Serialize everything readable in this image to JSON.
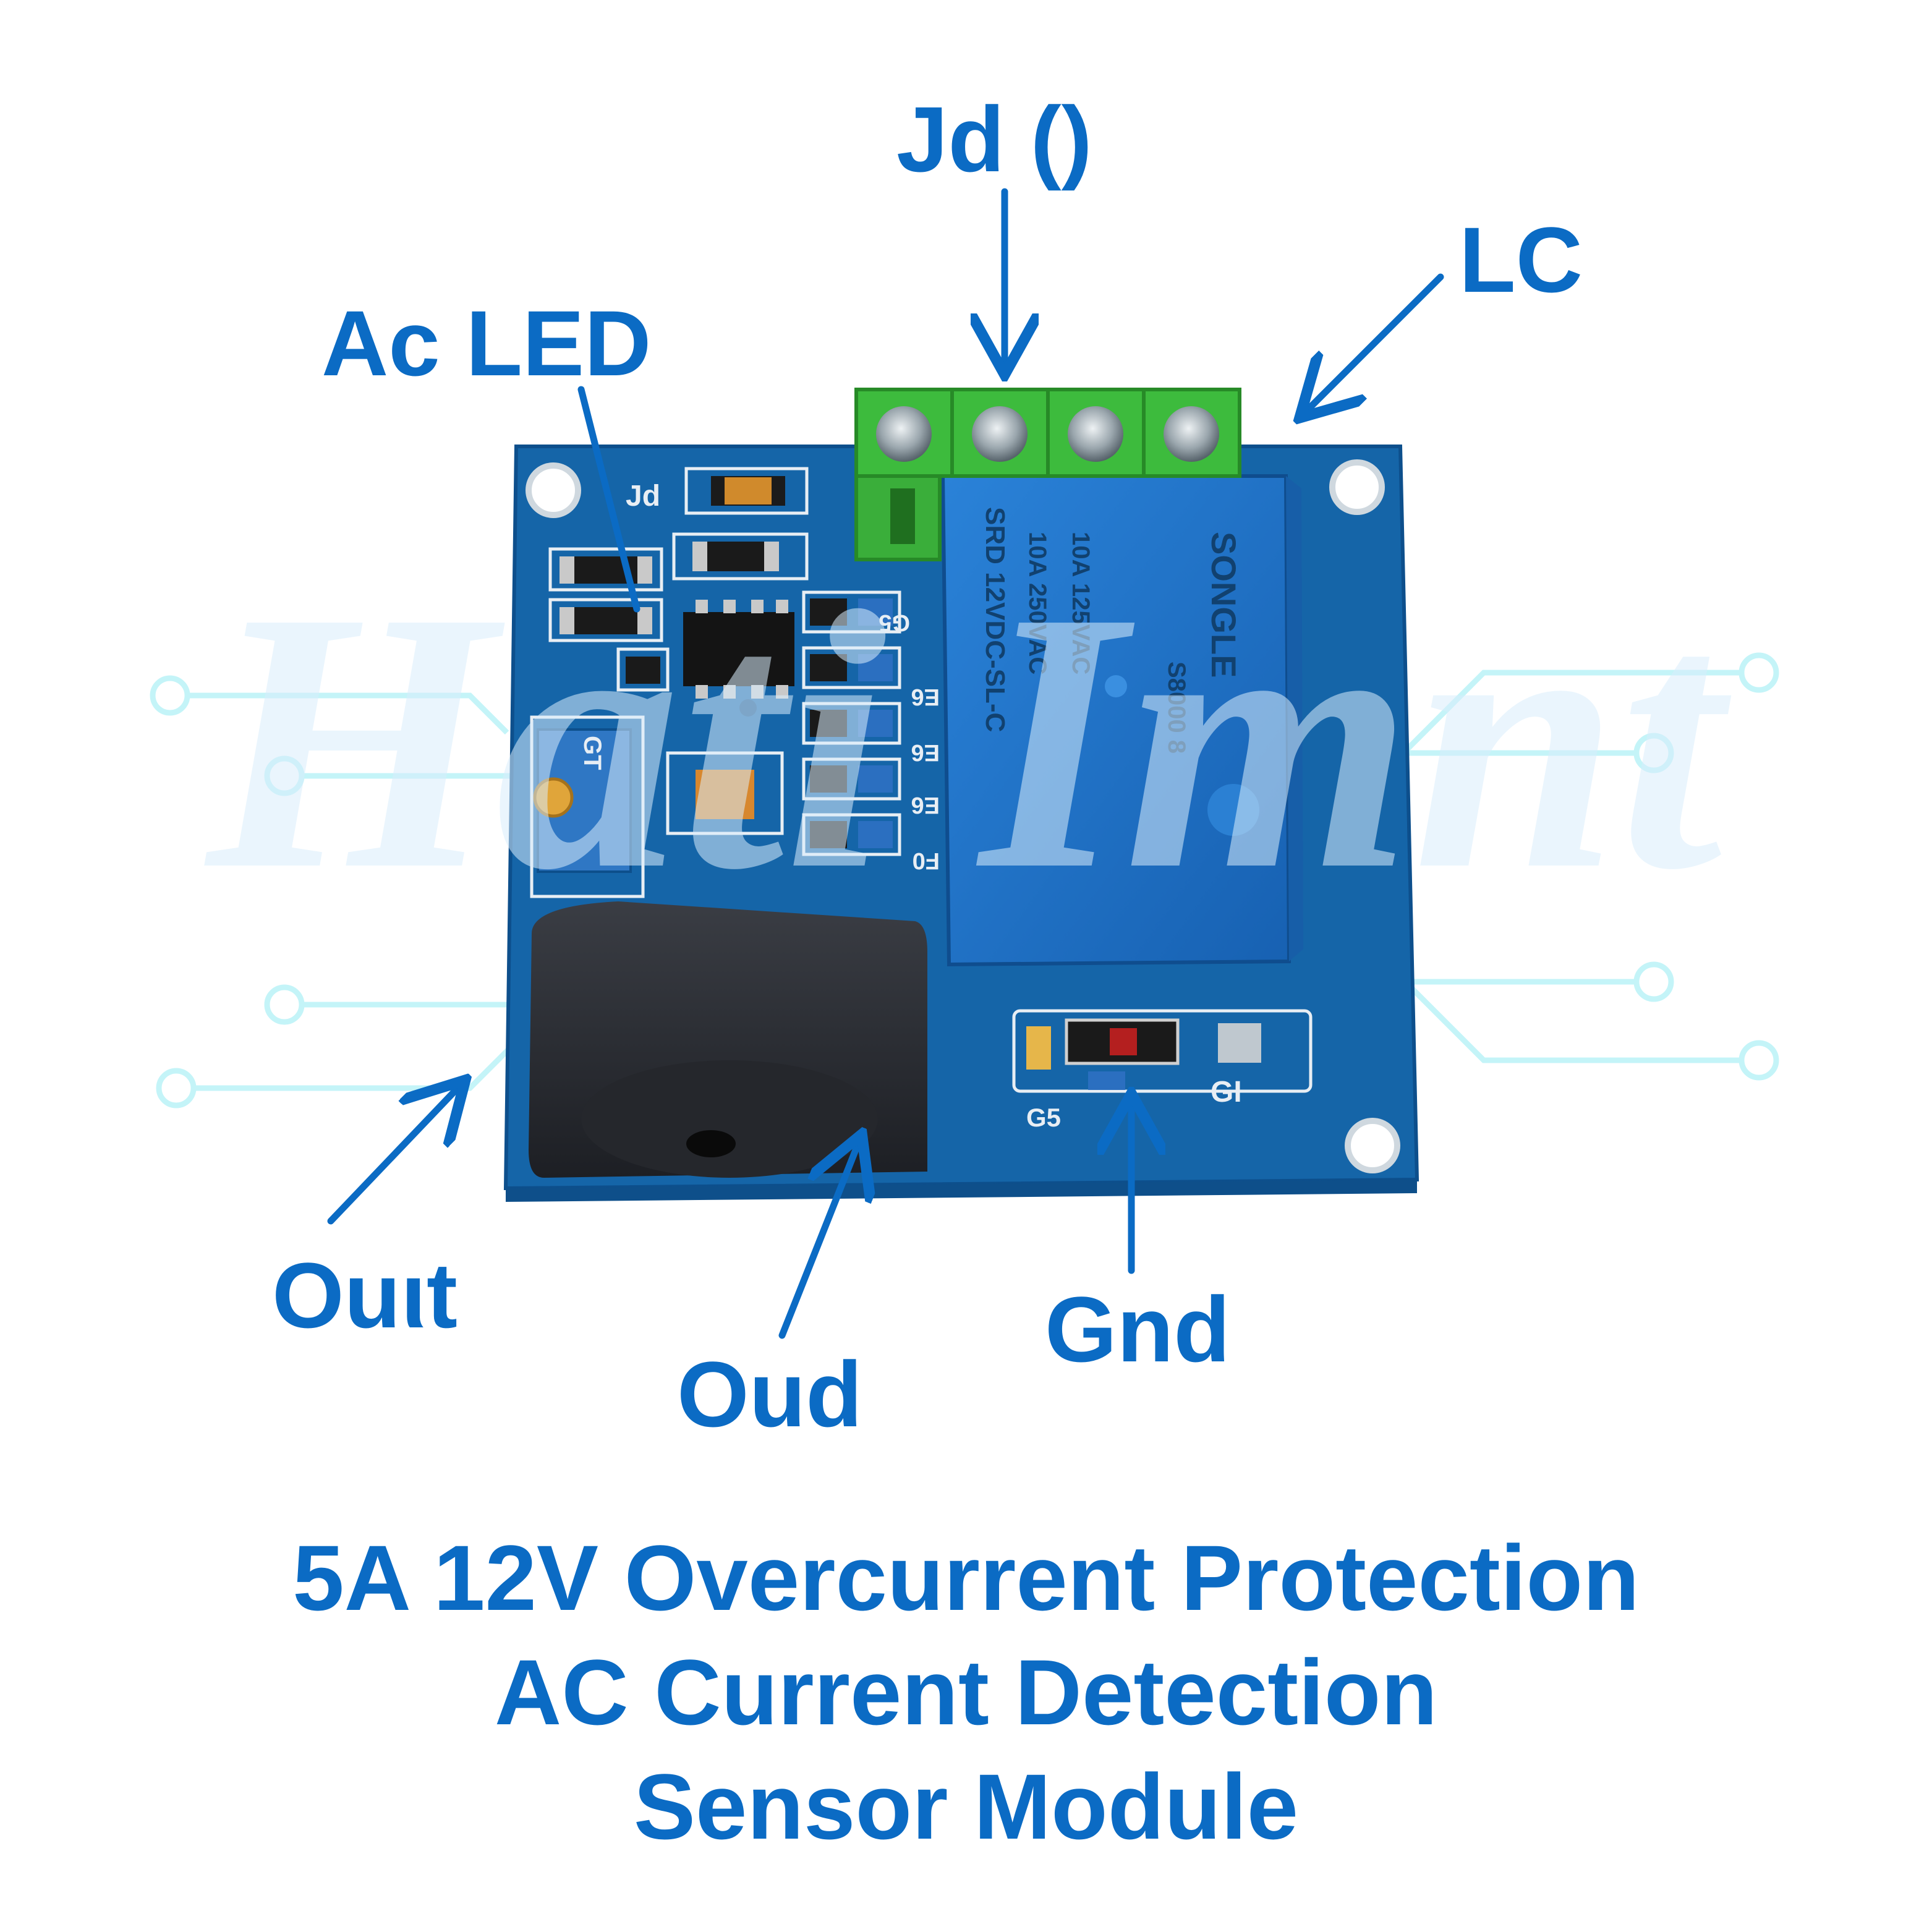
{
  "labels": {
    "top_terminal": "Jd ()",
    "relay_side": "LC",
    "led": "Ac LED",
    "left_output": "Ouιt",
    "bottom_output": "Oud",
    "ground": "Gnd"
  },
  "board_silkscreen": {
    "jd": "Jd",
    "gi": "GI",
    "g5": "G5",
    "e6_a": "E6",
    "e6_b": "E6",
    "e6_c": "E6",
    "f0": "F0",
    "g5_top": "G5",
    "pot": "GT"
  },
  "relay_marks": {
    "line1": "SRD 12VDC-SL-C",
    "line2": "10A 250VAC",
    "line3": "10A 125VAC",
    "brand": "SONGLE",
    "code": "S8000 8"
  },
  "watermark": "Hati Imnt",
  "title": {
    "line1": "5A 12V Overcurrent Protection",
    "line2": "AC Current Detection",
    "line3": "Sensor Module"
  },
  "colors": {
    "accent": "#0b6bc4",
    "pcb": "#1565a8",
    "terminal": "#3dbb3d",
    "relay": "#1f73c9",
    "transformer": "#2b2d33",
    "circuit_lines": "#c4f4f8"
  }
}
